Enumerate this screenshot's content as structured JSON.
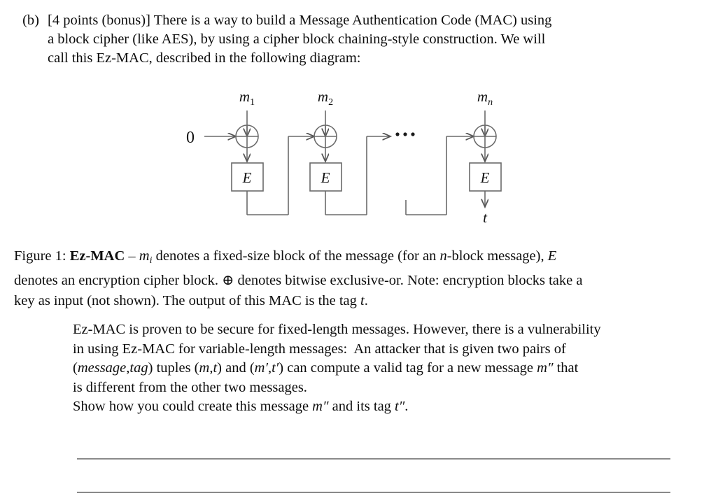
{
  "document": {
    "part": {
      "label": "(b)",
      "lines": [
        "[4 points (bonus)]  There is a way to build a Message Authentication Code (MAC) using",
        "a block cipher (like AES), by using a cipher block chaining-style construction. We will",
        "call this Ez-MAC, described in the following diagram:"
      ]
    },
    "figure": {
      "caption_prefix": "Figure 1:",
      "caption_name": "Ez-MAC",
      "caption_lines": [
        "Figure 1: Ez-MAC – mi denotes a fixed-size block of the message (for an n-block message), E",
        "denotes an encryption cipher block. ⊕ denotes bitwise exclusive-or. Note: encryption blocks take a",
        "key as input (not shown). The output of this MAC is the tag t."
      ],
      "diagram": {
        "initial_value": "0",
        "blocks": [
          {
            "message_label": "m",
            "message_sub": "1",
            "cipher_label": "E"
          },
          {
            "message_label": "m",
            "message_sub": "2",
            "cipher_label": "E"
          },
          {
            "message_label": "m",
            "message_sub": "n",
            "cipher_label": "E"
          }
        ],
        "ellipsis": "···",
        "output_label": "t",
        "xor_symbol": "⊕",
        "stroke_color": "#6b6b6b",
        "text_color": "#111111"
      }
    },
    "lower": {
      "lines": [
        "Ez-MAC is proven to be secure for fixed-length messages. However, there is a vulnerability",
        "in using Ez-MAC for variable-length messages:  An attacker that is given two pairs of",
        "(message,tag) tuples (m,t) and (m′,t′) can compute a valid tag for a new message m″ that",
        "is different from the other two messages.",
        "Show how you could create this message m″ and its tag t″."
      ]
    },
    "answer_lines": {
      "count": 2
    }
  }
}
